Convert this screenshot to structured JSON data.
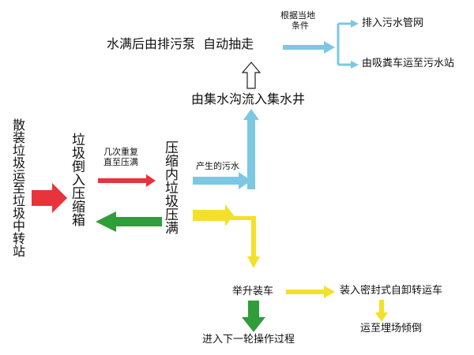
{
  "nodes": {
    "transfer_station": "散装垃圾运至垃圾中转站",
    "dump_into_compressor": "垃圾倒入压缩箱",
    "compress_full": "压缩内垃圾压满",
    "lift_load": "举升装车",
    "sealed_truck": "装入密封式自卸转运车",
    "landfill": "运至埋场倾倒",
    "next_round": "进入下一轮操作过程",
    "collect_well": "由集水沟流入集水井",
    "pump_out": "水满后由排污泵  自动抽走",
    "sewer": "排入污水管网",
    "suction_truck": "由吸粪车运至污水站"
  },
  "labels": {
    "repeat_line1": "几次重复",
    "repeat_line2": "直至压满",
    "generated_sewage": "产生的污水",
    "local_cond_line1": "根据当地",
    "local_cond_line2": "条件"
  },
  "colors": {
    "red": "#e8333b",
    "green": "#2f9e3a",
    "yellow": "#f3e02a",
    "blue": "#7cc8e2"
  }
}
